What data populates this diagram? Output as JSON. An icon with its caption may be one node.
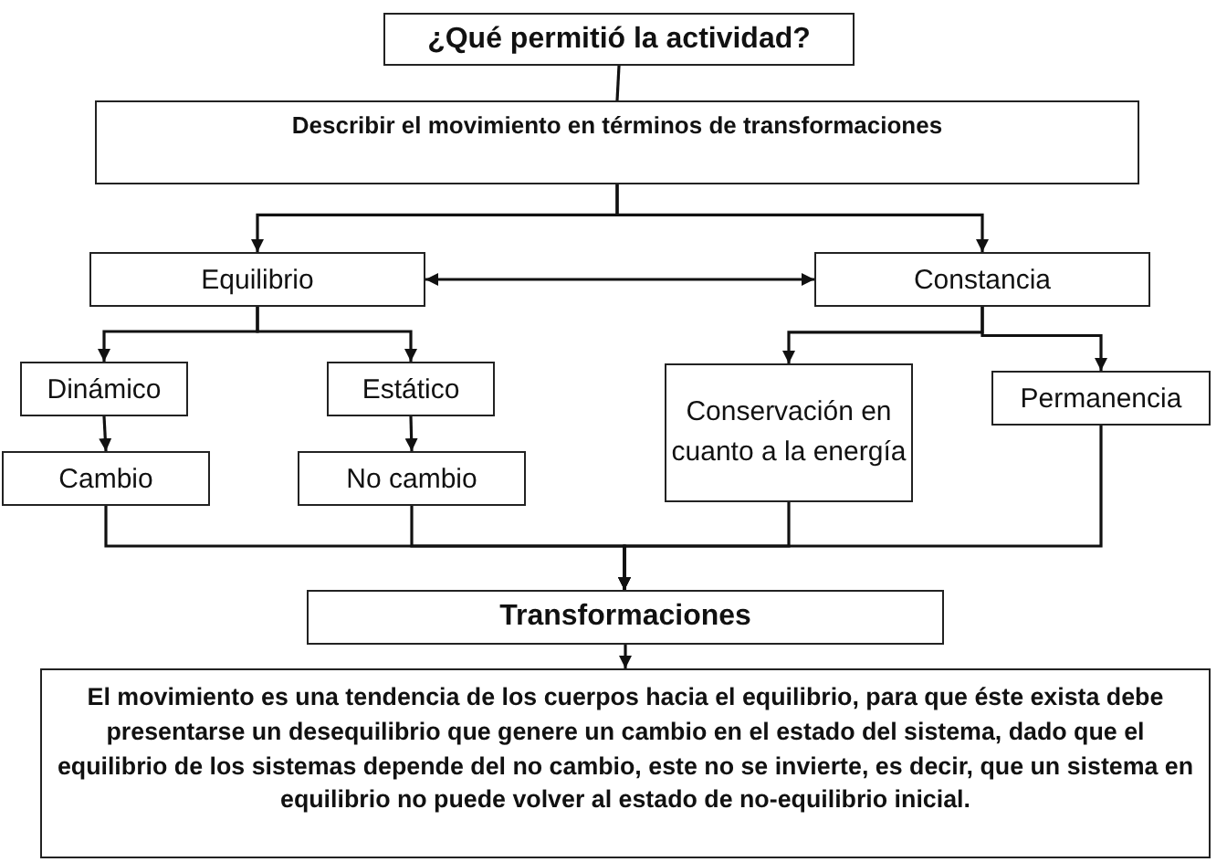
{
  "diagram": {
    "nodes": [
      {
        "text": [
          "¿Qué permitió la actividad?"
        ]
      },
      {
        "text": [
          "Describir el movimiento en términos de transformaciones"
        ]
      },
      {
        "text": [
          "Equilibrio"
        ]
      },
      {
        "text": [
          "Constancia"
        ]
      },
      {
        "text": [
          "Dinámico"
        ]
      },
      {
        "text": [
          "Estático"
        ]
      },
      {
        "text": [
          "Conservación en cuanto a la energía"
        ]
      },
      {
        "text": [
          "Permanencia"
        ]
      },
      {
        "text": [
          "Cambio"
        ]
      },
      {
        "text": [
          "No cambio"
        ]
      },
      {
        "text": [
          "Transformaciones"
        ]
      },
      {
        "text": [
          "El movimiento es una tendencia de los cuerpos hacia el equilibrio, para que éste exista debe presentarse un desequilibrio que genere un cambio en el estado del sistema, dado que el equilibrio de los sistemas depende del no cambio, este  no se invierte, es decir,  que un sistema en equilibrio no puede volver al estado de  no-equilibrio inicial."
        ]
      }
    ],
    "edges": [
      {
        "from": 0,
        "to": 1,
        "arrow": "none"
      },
      {
        "from": 1,
        "to": 2,
        "arrow": "to"
      },
      {
        "from": 1,
        "to": 3,
        "arrow": "to"
      },
      {
        "from": 2,
        "to": 3,
        "arrow": "both"
      },
      {
        "from": 2,
        "to": 4,
        "arrow": "to"
      },
      {
        "from": 2,
        "to": 5,
        "arrow": "to"
      },
      {
        "from": 3,
        "to": 6,
        "arrow": "to"
      },
      {
        "from": 3,
        "to": 7,
        "arrow": "to"
      },
      {
        "from": 4,
        "to": 8,
        "arrow": "to"
      },
      {
        "from": 5,
        "to": 9,
        "arrow": "to"
      },
      {
        "from": 8,
        "to": 10,
        "arrow": "to"
      },
      {
        "from": 9,
        "to": 10,
        "arrow": "to"
      },
      {
        "from": 6,
        "to": 10,
        "arrow": "to"
      },
      {
        "from": 7,
        "to": 10,
        "arrow": "to"
      },
      {
        "from": 10,
        "to": 11,
        "arrow": "to"
      }
    ]
  }
}
